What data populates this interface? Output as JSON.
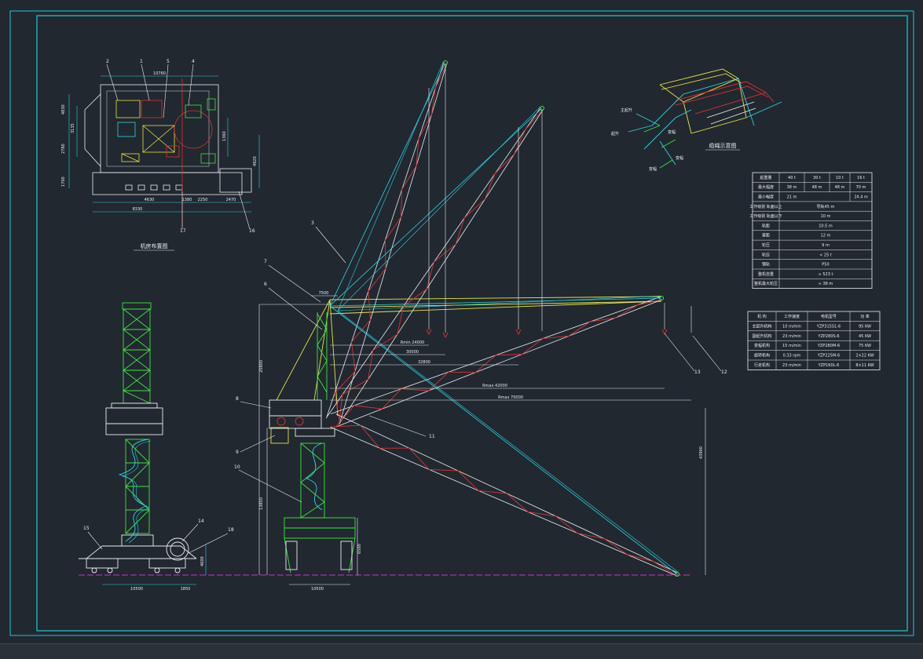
{
  "colors": {
    "background": "#212830",
    "frame": "#20c8d8",
    "cyan": "#27d7e6",
    "red": "#e03030",
    "yellow": "#e8e440",
    "green": "#3ce83c",
    "white": "#e8eef0",
    "magenta": "#d02bd0",
    "dim": "#8f9aa4"
  },
  "callouts": [
    "1",
    "2",
    "3",
    "4",
    "5",
    "6",
    "7",
    "8",
    "9",
    "10",
    "11",
    "12",
    "13",
    "14",
    "15",
    "16",
    "17",
    "18"
  ],
  "titles": {
    "machine_room": "机房布置图",
    "rigging": "缆绳示意图"
  },
  "rigging_labels": [
    "主起升",
    "起升",
    "变幅",
    "变幅",
    "变幅"
  ],
  "dimensions": {
    "plan_top": "10760",
    "plan_bottom_left": "4630",
    "plan_bottom_mid": "1380",
    "plan_bottom_right": "2250",
    "plan_bottom_right2": "2470",
    "plan_overall": "8330",
    "plan_left_1": "4830",
    "plan_left_2": "3135",
    "plan_left_3": "2780",
    "plan_left_4": "1700",
    "plan_right_1": "4920",
    "plan_right_2": "1360",
    "side_gauge": "10500",
    "side_offset": "1850",
    "side_height": "4600",
    "front_height_upper": "20800",
    "front_height_lower": "13850",
    "front_gauge": "10500",
    "front_leg": "6500",
    "front_height_right": "43900",
    "front_top": "7500",
    "rmin": "Rmin 24000",
    "r_mid1": "30000",
    "r_mid2": "32800",
    "r_mid3": "Rmax 42000",
    "rmax": "Rmax 70000"
  },
  "spec_table": {
    "header": [
      "起重量",
      "40 t",
      "30 t",
      "10 t",
      "16 t"
    ],
    "rows": [
      [
        "最大幅度",
        "38 m",
        "48 m",
        "48 m",
        "70 m"
      ],
      [
        "最小幅度",
        "21 m",
        "",
        "",
        "24.4 m"
      ],
      [
        "工作级别|轨面以上",
        "导轨45 m",
        "",
        "",
        ""
      ],
      [
        "工作级别|轨面以下",
        "10 m",
        "",
        "",
        ""
      ],
      [
        "轨距",
        "10.5 m",
        "",
        "",
        ""
      ],
      [
        "基距",
        "12 m",
        "",
        "",
        ""
      ],
      [
        "轮压",
        "9 m",
        "",
        "",
        ""
      ],
      [
        "轮压",
        "< 25 t",
        "",
        "",
        ""
      ],
      [
        "钢轨",
        "P50",
        "",
        "",
        ""
      ],
      [
        "整机自重",
        "≈ 523 t",
        "",
        "",
        ""
      ],
      [
        "整机最大轮压",
        "≈ 38 m",
        "",
        "",
        ""
      ]
    ]
  },
  "mech_table": {
    "header": [
      "机 构",
      "工作速度",
      "电机型号",
      "功 率"
    ],
    "rows": [
      [
        "主起升机构",
        "10 m/min",
        "YZP315S1-6",
        "95 KW"
      ],
      [
        "副起升机构",
        "23 m/min",
        "YZP280S-6",
        "45 KW"
      ],
      [
        "变幅机构",
        "15 m/min",
        "YZP280M-6",
        "75 KW"
      ],
      [
        "旋转机构",
        "0.33 rpm",
        "YZP225M-6",
        "2×22 KW"
      ],
      [
        "行走机构",
        "23 m/min",
        "YZP160L-6",
        "8×11 KW"
      ]
    ]
  }
}
